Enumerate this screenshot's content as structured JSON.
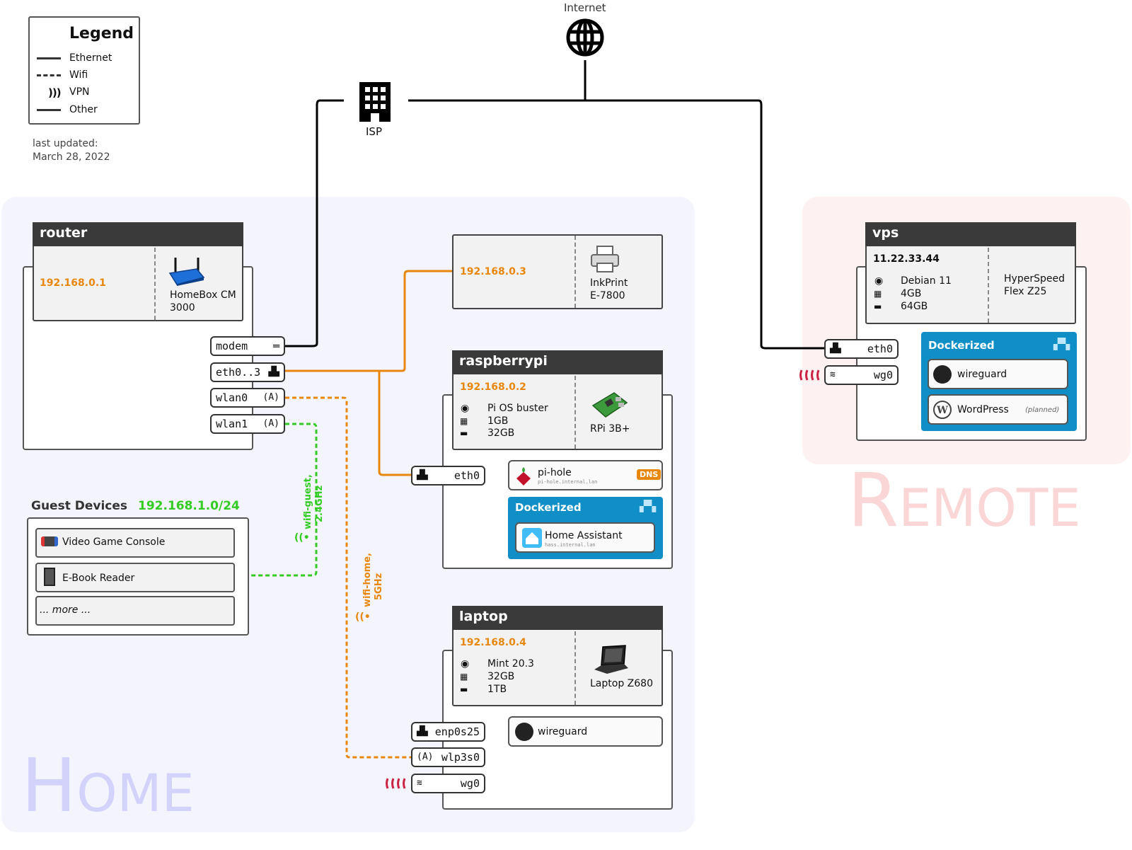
{
  "legend": {
    "title": "Legend",
    "items": [
      "Ethernet",
      "Wifi",
      "VPN",
      "Other"
    ]
  },
  "last_updated": {
    "line1": "last updated:",
    "line2": "March 28, 2022"
  },
  "internet_label": "Internet",
  "isp_label": "ISP",
  "zones": {
    "home": "Home",
    "remote": "Remote"
  },
  "colors": {
    "ethernet": "#000000",
    "home_lan": "#e8870e",
    "guest_wifi": "#33cc22",
    "vpn": "#cc2244",
    "docker": "#0f8fc6"
  },
  "router": {
    "title": "router",
    "ip": "192.168.0.1",
    "model_line1": "HomeBox  CM",
    "model_line2": "3000",
    "ports": [
      "modem",
      "eth0..3",
      "wlan0",
      "wlan1"
    ]
  },
  "printer": {
    "ip": "192.168.0.3",
    "name_line1": "InkPrint",
    "name_line2": "E-7800"
  },
  "raspberrypi": {
    "title": "raspberrypi",
    "ip": "192.168.0.2",
    "os": "Pi OS buster",
    "ram": "1GB",
    "disk": "32GB",
    "model": "RPi 3B+",
    "port": "eth0",
    "pihole": {
      "name": "pi-hole",
      "host": "pi-hole.internal.lan",
      "badge": "DNS"
    },
    "docker_title": "Dockerized",
    "hass": {
      "name": "Home Assistant",
      "host": "hass.internal.lan"
    }
  },
  "laptop": {
    "title": "laptop",
    "ip": "192.168.0.4",
    "os": "Mint 20.3",
    "ram": "32GB",
    "disk": "1TB",
    "model": "Laptop Z680",
    "ports": [
      "enp0s25",
      "wlp3s0",
      "wg0"
    ],
    "service": "wireguard"
  },
  "guest": {
    "title": "Guest Devices",
    "subnet": "192.168.1.0/24",
    "items": [
      "Video Game Console",
      "E-Book Reader",
      "... more ..."
    ]
  },
  "wifi_labels": {
    "guest_line1": "wifi-guest,",
    "guest_line2": "2.4GHz",
    "home_line1": "wifi-home,",
    "home_line2": "5GHz"
  },
  "vps": {
    "title": "vps",
    "ip": "11.22.33.44",
    "os": "Debian 11",
    "ram": "4GB",
    "disk": "64GB",
    "model_line1": "HyperSpeed",
    "model_line2": "Flex Z25",
    "ports": [
      "eth0",
      "wg0"
    ],
    "docker_title": "Dockerized",
    "services": [
      {
        "name": "wireguard",
        "note": ""
      },
      {
        "name": "WordPress",
        "note": "(planned)"
      }
    ]
  }
}
